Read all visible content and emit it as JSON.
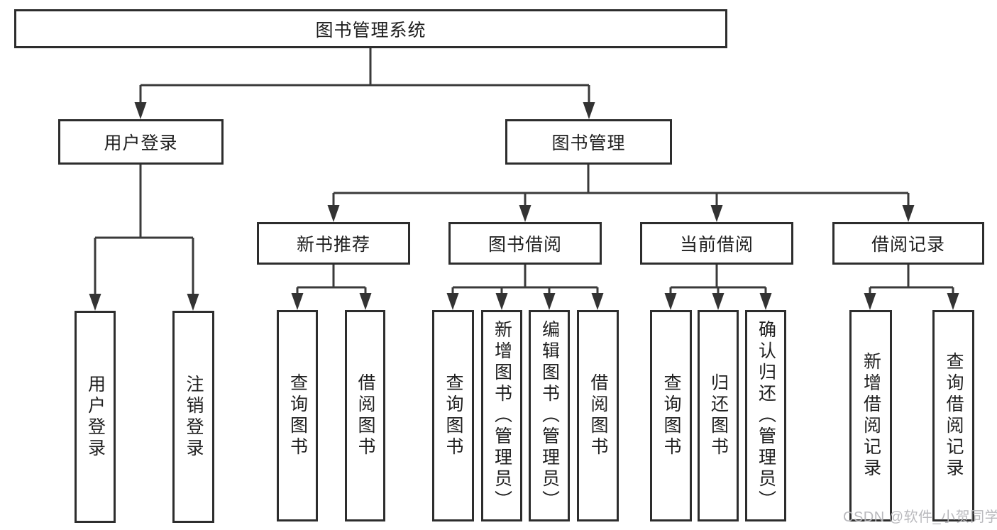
{
  "diagram": {
    "watermark": "CSDN @软件_小贺同学",
    "colors": {
      "background": "#ffffff",
      "box_border": "#2d2d2d",
      "line": "#3a3a3a",
      "text": "#1f1f1f",
      "watermark": "#b6b6ba"
    },
    "tree": {
      "label": "图书管理系统",
      "children": [
        {
          "label": "用户登录",
          "children": [
            {
              "label": "用户登录"
            },
            {
              "label": "注销登录"
            }
          ]
        },
        {
          "label": "图书管理",
          "children": [
            {
              "label": "新书推荐",
              "children": [
                {
                  "label": "查询图书"
                },
                {
                  "label": "借阅图书"
                }
              ]
            },
            {
              "label": "图书借阅",
              "children": [
                {
                  "label": "查询图书"
                },
                {
                  "label": "新增图书（管理员）"
                },
                {
                  "label": "编辑图书（管理员）"
                },
                {
                  "label": "借阅图书"
                }
              ]
            },
            {
              "label": "当前借阅",
              "children": [
                {
                  "label": "查询图书"
                },
                {
                  "label": "归还图书"
                },
                {
                  "label": "确认归还（管理员）"
                }
              ]
            },
            {
              "label": "借阅记录",
              "children": [
                {
                  "label": "新增借阅记录"
                },
                {
                  "label": "查询借阅记录"
                }
              ]
            }
          ]
        }
      ]
    }
  }
}
